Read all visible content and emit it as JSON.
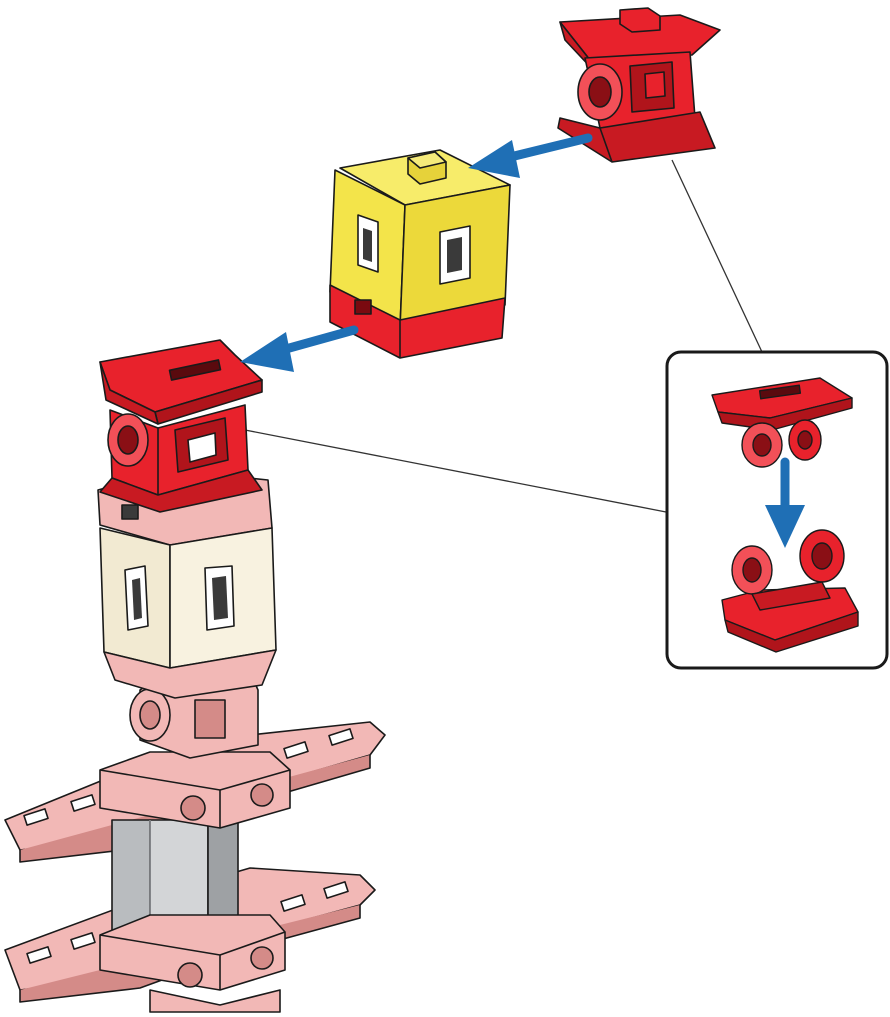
{
  "diagram": {
    "description_text": "",
    "colors": {
      "background": "#ffffff",
      "red_part": "#e8222c",
      "red_part_dark": "#b0141b",
      "red_part_light": "#f25058",
      "yellow_block": "#f3e44a",
      "yellow_block_dark": "#c9b62a",
      "cream_block": "#f2ead2",
      "pink_assembled": "#f2b8b6",
      "pink_assembled_dark": "#d48b88",
      "gray_rail": "#b9bcbf",
      "gray_rail_dark": "#8a8d90",
      "arrow_blue": "#1f6fb5",
      "outline": "#1a1a1a",
      "callout_border": "#1a1a1a",
      "leader_line": "#333333"
    },
    "icons": [
      "arrow-left-down",
      "arrow-left-down",
      "arrow-down"
    ],
    "parts": [
      "top-red-hinge-part",
      "yellow-cube-block",
      "red-hinge-on-stack",
      "cream-cube-block",
      "pink-base-assembly",
      "callout-hinge-detail"
    ]
  }
}
